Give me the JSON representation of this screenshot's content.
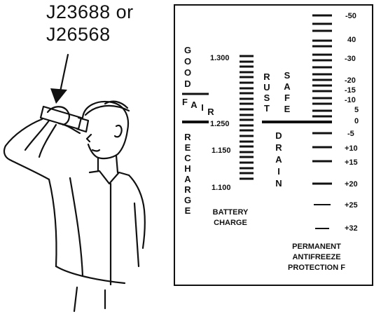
{
  "tool_label": {
    "line1": "J23688 or",
    "line2": "J26568"
  },
  "battery": {
    "readings": [
      "1.300",
      "1.250",
      "1.150",
      "1.100"
    ],
    "good": [
      "G",
      "O",
      "O",
      "D"
    ],
    "fair": [
      "F",
      "A",
      "I",
      "R"
    ],
    "recharge": [
      "R",
      "E",
      "C",
      "H",
      "A",
      "R",
      "G",
      "E"
    ],
    "caption": [
      "BATTERY",
      "CHARGE"
    ]
  },
  "antifreeze": {
    "rust": [
      "R",
      "U",
      "S",
      "T"
    ],
    "safe": [
      "S",
      "A",
      "F",
      "E"
    ],
    "drain": [
      "D",
      "R",
      "A",
      "I",
      "N"
    ],
    "temps": [
      "-50",
      "40",
      "-30",
      "-20",
      "-15",
      "-10",
      "5",
      "0",
      "-5",
      "+10",
      "+15",
      "+20",
      "+25",
      "+32"
    ],
    "caption": [
      "PERMANENT",
      "ANTIFREEZE",
      "PROTECTION F"
    ]
  }
}
